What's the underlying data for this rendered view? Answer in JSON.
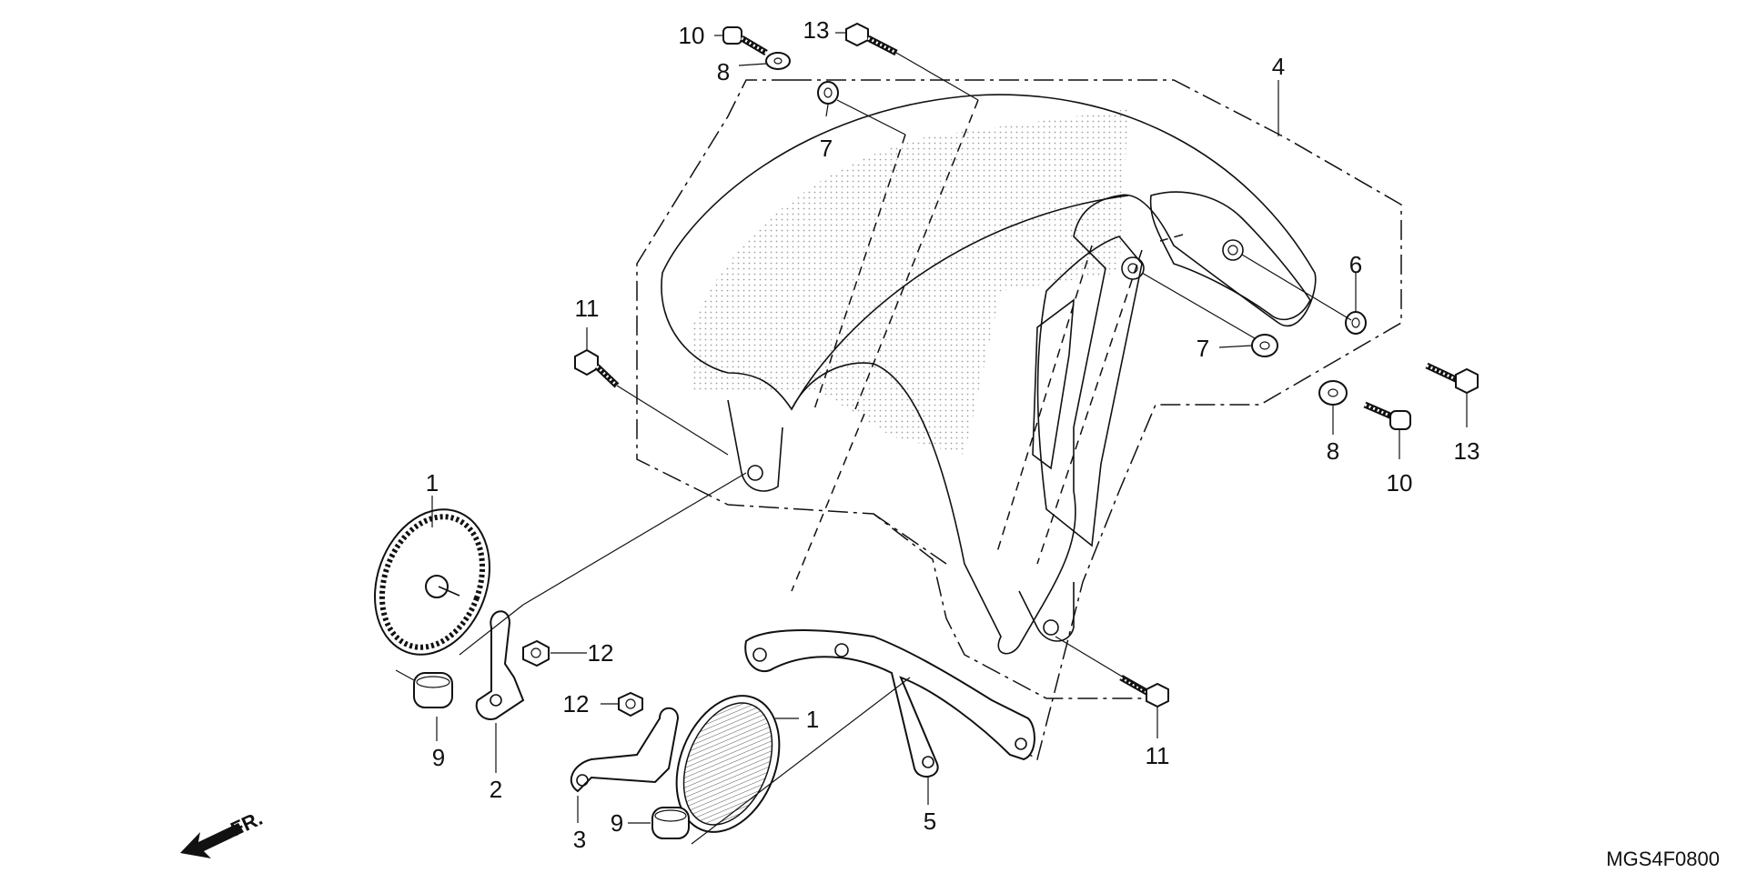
{
  "diagram": {
    "code": "MGS4F0800",
    "direction": "FR.",
    "callouts": [
      "1",
      "1",
      "2",
      "3",
      "4",
      "5",
      "6",
      "7",
      "7",
      "8",
      "8",
      "9",
      "9",
      "10",
      "10",
      "11",
      "11",
      "12",
      "12",
      "13",
      "13"
    ]
  },
  "labels": {
    "n1a": "1",
    "n1b": "1",
    "n2": "2",
    "n3": "3",
    "n4": "4",
    "n5": "5",
    "n6": "6",
    "n7a": "7",
    "n7b": "7",
    "n8a": "8",
    "n8b": "8",
    "n9a": "9",
    "n9b": "9",
    "n10a": "10",
    "n10b": "10",
    "n11a": "11",
    "n11b": "11",
    "n12a": "12",
    "n12b": "12",
    "n13a": "13",
    "n13b": "13"
  },
  "colors": {
    "line": "#111111",
    "background": "#ffffff",
    "stipple": "#888888"
  }
}
